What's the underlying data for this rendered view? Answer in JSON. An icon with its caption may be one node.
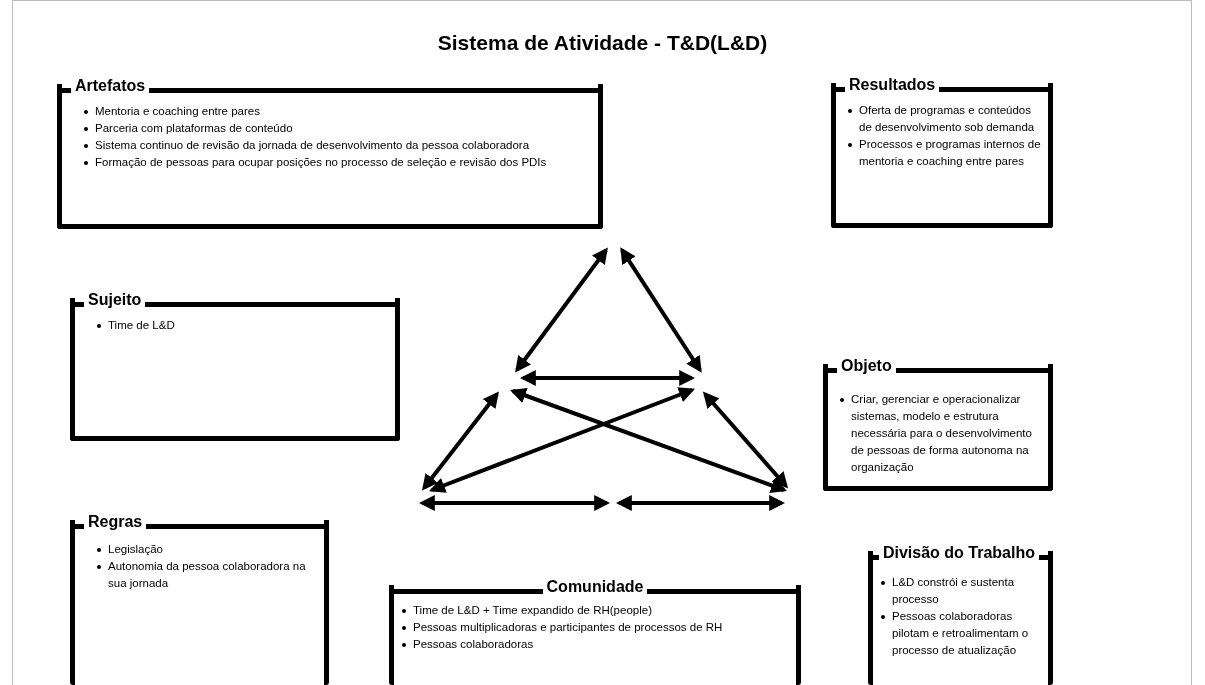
{
  "diagram": {
    "title": "Sistema de Atividade - T&D(L&D)",
    "nodes": [
      {
        "text": [
          "Artefatos",
          "Mentoria e coaching entre pares",
          "Parceria com plataformas de conteúdo",
          "Sistema continuo de revisão da jornada de desenvolvimento da pessoa colaboradora",
          "Formação de pessoas para ocupar posições no processo de seleção e revisão dos PDIs"
        ]
      },
      {
        "text": [
          "Resultados",
          "Oferta de programas e conteúdos de desenvolvimento sob demanda",
          "Processos e programas internos de mentoria e coaching entre pares"
        ]
      },
      {
        "text": [
          "Sujeito",
          "Time de L&D"
        ]
      },
      {
        "text": [
          "Objeto",
          "Criar, gerenciar e operacionalizar sistemas, modelo e estrutura necessária para o desenvolvimento de pessoas de forma autonoma na organização"
        ]
      },
      {
        "text": [
          "Regras",
          "Legislação",
          "Autonomia da pessoa colaboradora na sua jornada"
        ]
      },
      {
        "text": [
          "Comunidade",
          "Time de L&D + Time expandido de RH(people)",
          "Pessoas multiplicadoras e participantes de processos de RH",
          "Pessoas colaboradoras"
        ]
      },
      {
        "text": [
          "Divisão do Trabalho",
          "L&D constrói e sustenta processo",
          "Pessoas colaboradoras pilotam e retroalimentam o processo de atualização"
        ]
      }
    ]
  }
}
